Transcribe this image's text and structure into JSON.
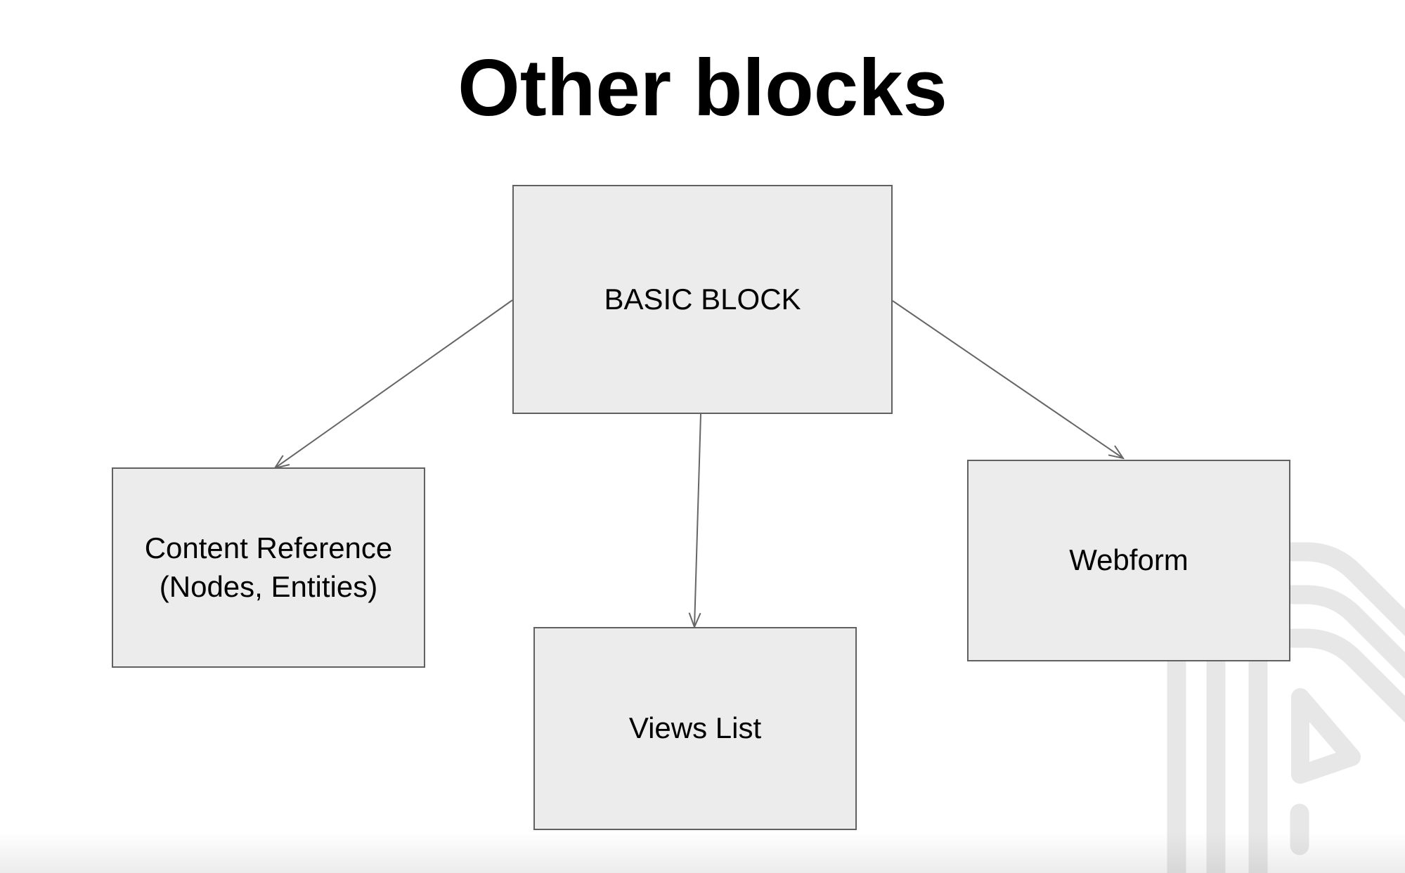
{
  "slide": {
    "title": "Other blocks"
  },
  "diagram": {
    "nodes": {
      "basic": {
        "label": "BASIC BLOCK"
      },
      "content": {
        "label": "Content Reference\n(Nodes, Entities)"
      },
      "views": {
        "label": "Views List"
      },
      "webform": {
        "label": "Webform"
      }
    },
    "connectors": [
      {
        "from": "basic",
        "to": "content"
      },
      {
        "from": "basic",
        "to": "views"
      },
      {
        "from": "basic",
        "to": "webform"
      }
    ]
  },
  "icons": {
    "watermark": "brand-watermark-logo"
  },
  "colors": {
    "background": "#ffffff",
    "node-fill": "#ececec",
    "node-border": "#616161",
    "connector": "#666666",
    "text": "#000000",
    "watermark": "#e7e7e7"
  }
}
